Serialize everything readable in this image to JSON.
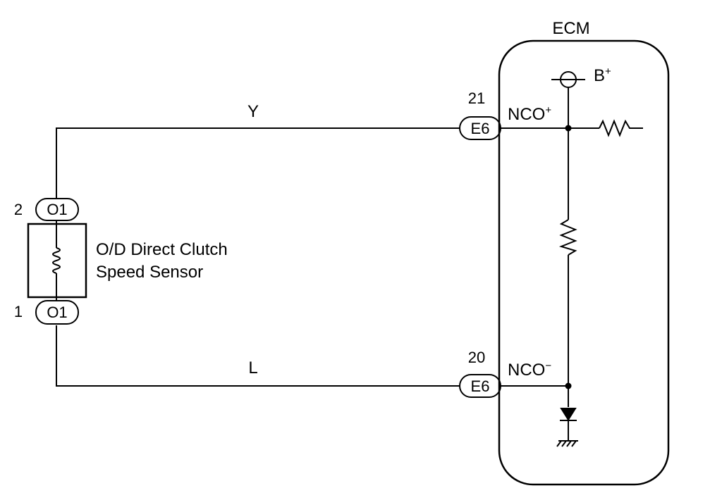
{
  "ecm": {
    "title": "ECM",
    "pin_plus": {
      "name_base": "NCO",
      "name_sign": "+",
      "number": "21",
      "connector": "E6"
    },
    "pin_minus": {
      "name_base": "NCO",
      "name_sign": "−",
      "number": "20",
      "connector": "E6"
    },
    "supply": {
      "base": "B",
      "sign": "+"
    }
  },
  "sensor": {
    "label_line1": "O/D Direct Clutch",
    "label_line2": "Speed Sensor",
    "pin_top": {
      "number": "2",
      "connector": "O1"
    },
    "pin_bottom": {
      "number": "1",
      "connector": "O1"
    }
  },
  "wires": {
    "upper_color": "Y",
    "lower_color": "L"
  }
}
